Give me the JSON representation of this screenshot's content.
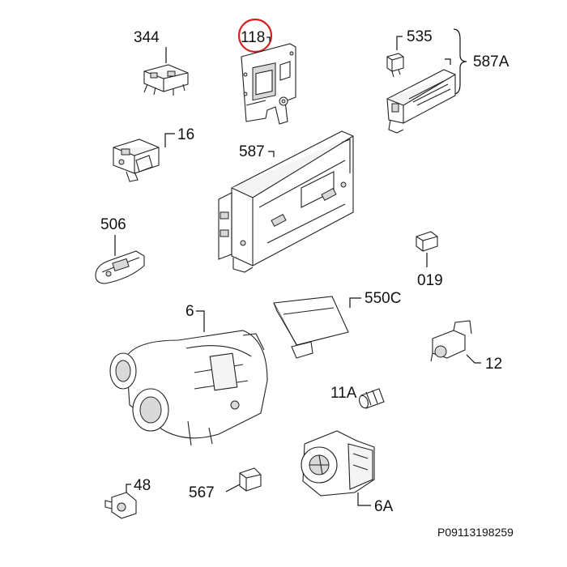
{
  "diagram": {
    "parts": [
      {
        "id": "344",
        "label": "344"
      },
      {
        "id": "118",
        "label": "118",
        "highlighted": true
      },
      {
        "id": "535",
        "label": "535"
      },
      {
        "id": "587A",
        "label": "587A"
      },
      {
        "id": "16",
        "label": "16"
      },
      {
        "id": "587",
        "label": "587"
      },
      {
        "id": "506",
        "label": "506"
      },
      {
        "id": "019",
        "label": "019"
      },
      {
        "id": "6",
        "label": "6"
      },
      {
        "id": "550C",
        "label": "550C"
      },
      {
        "id": "12",
        "label": "12"
      },
      {
        "id": "11A",
        "label": "11A"
      },
      {
        "id": "48",
        "label": "48"
      },
      {
        "id": "567",
        "label": "567"
      },
      {
        "id": "6A",
        "label": "6A"
      }
    ],
    "footer_code": "P09113198259",
    "highlight_color": "#d42020",
    "line_color": "#222222"
  }
}
